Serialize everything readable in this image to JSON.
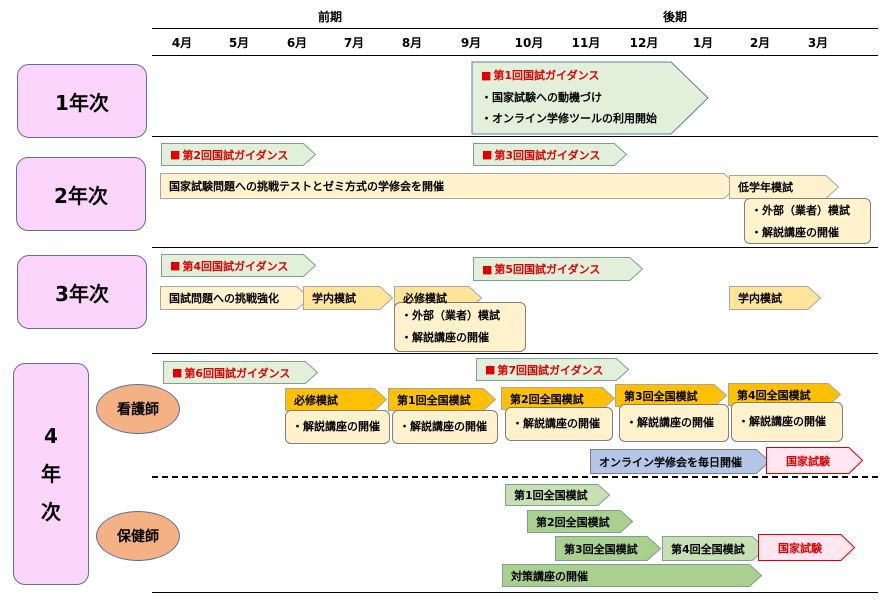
{
  "header": {
    "first_half": "前期",
    "second_half": "後期",
    "months": [
      "4月",
      "5月",
      "6月",
      "7月",
      "8月",
      "9月",
      "10月",
      "11月",
      "12月",
      "1月",
      "2月",
      "3月"
    ]
  },
  "years": {
    "y1": "1年次",
    "y2": "2年次",
    "y3": "3年次",
    "y4": [
      "4",
      "年",
      "次"
    ]
  },
  "roles": {
    "nurse": "看護師",
    "health": "保健師"
  },
  "y1": {
    "guidance1": "第1回国試ガイダンス",
    "item1": "・国家試験への動機づけ",
    "item2": "・オンライン学修ツールの利用開始"
  },
  "y2": {
    "guidance2": "第2回国試ガイダンス",
    "guidance3": "第3回国試ガイダンス",
    "main": "国家試験問題への挑戦テストとゼミ方式の学修会を開催",
    "mock": "低学年模試",
    "note1": "・外部（業者）模試",
    "note2": "・解説講座の開催"
  },
  "y3": {
    "guidance4": "第4回国試ガイダンス",
    "guidance5": "第5回国試ガイダンス",
    "strengthen": "国試問題への挑戦強化",
    "inhouse1": "学内模試",
    "required": "必修模試",
    "note1": "・外部（業者）模試",
    "note2": "・解説講座の開催",
    "inhouse2": "学内模試"
  },
  "y4_nurse": {
    "guidance6": "第6回国試ガイダンス",
    "guidance7": "第7回国試ガイダンス",
    "required": "必修模試",
    "mock1": "第1回全国模試",
    "mock2": "第2回全国模試",
    "mock3": "第3回全国模試",
    "mock4": "第4回全国模試",
    "lecture": "・解説講座の開催",
    "online": "オンライン学修会を毎日開催",
    "exam": "国家試験"
  },
  "y4_health": {
    "mock1": "第1回全国模試",
    "mock2": "第2回全国模試",
    "mock3": "第3回全国模試",
    "mock4": "第4回全国模試",
    "exam": "国家試験",
    "course": "対策講座の開催"
  },
  "colors": {
    "green": "#e2efda",
    "yellow": "#fff2cc",
    "gold": "#ffc000",
    "blue": "#b4c6e7",
    "pink": "#ffe6f0",
    "olive": "#a9d08e",
    "red": "#e00000"
  }
}
